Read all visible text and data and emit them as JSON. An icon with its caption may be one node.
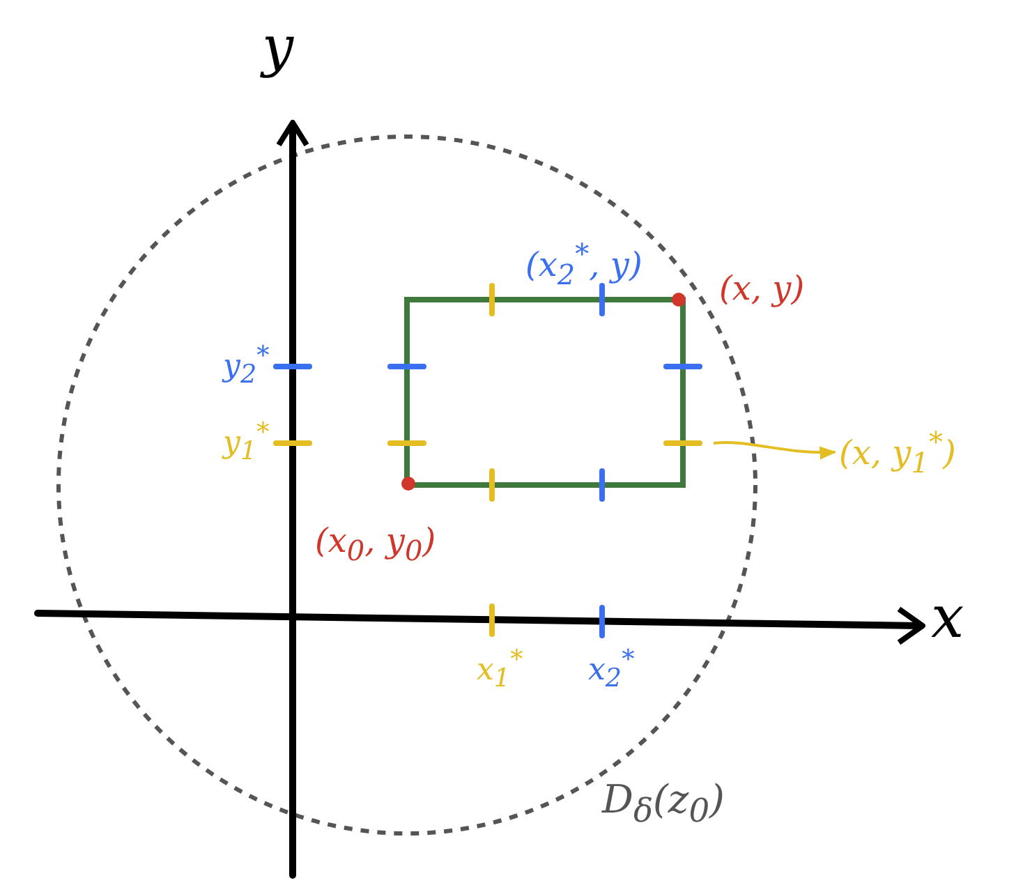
{
  "diagram": {
    "nodes": [
      {
        "text": [
          "(x, y$_{1}$$^{*}$)"
        ]
      },
      {
        "text": [],
        "shape": "bar"
      }
    ],
    "edges": [
      {
        "from": 1,
        "to": 0,
        "arrow": "to"
      }
    ],
    "labels": [
      "y",
      "(x$_{2}$$^{*}$, y)",
      "(x, y)",
      "y$_{2}$$^{*}$",
      "y$_{1}$$^{*}$",
      "(x$_{0}$, y$_{0}$)",
      "x",
      "x$_{1}$$^{*}$",
      "x$_{2}$$^{*}$",
      "D$_{δ}$(z$_{0}$)"
    ]
  }
}
